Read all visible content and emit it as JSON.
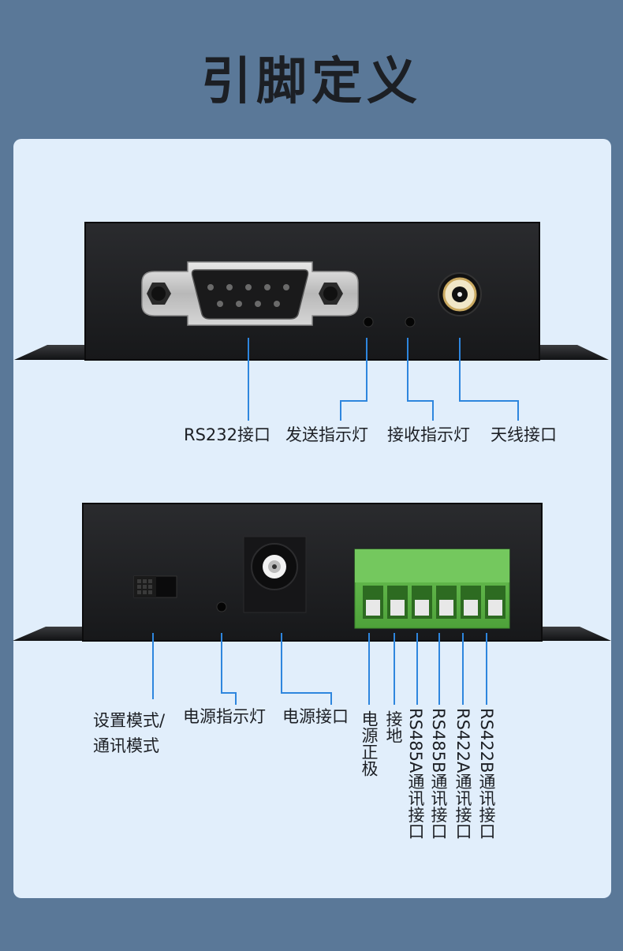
{
  "page": {
    "title": "引脚定义"
  },
  "top_panel": {
    "labels": {
      "rs232": "RS232接口",
      "send_led": "发送指示灯",
      "recv_led": "接收指示灯",
      "antenna": "天线接口"
    }
  },
  "bottom_panel": {
    "labels": {
      "mode_line1": "设置模式/",
      "mode_line2": "通讯模式",
      "power_led": "电源指示灯",
      "power_port": "电源接口",
      "power_positive": "电源正极",
      "ground": "接地",
      "rs485a": "RS485A通讯接口",
      "rs485b": "RS485B通讯接口",
      "rs422a": "RS422A通讯接口",
      "rs422b": "RS422B通讯接口"
    }
  },
  "colors": {
    "background": "#5a7898",
    "card": "#e1eefb",
    "callout_line": "#2e86de",
    "device_body": "#1e1f22",
    "terminal_green": "#5fb548"
  }
}
